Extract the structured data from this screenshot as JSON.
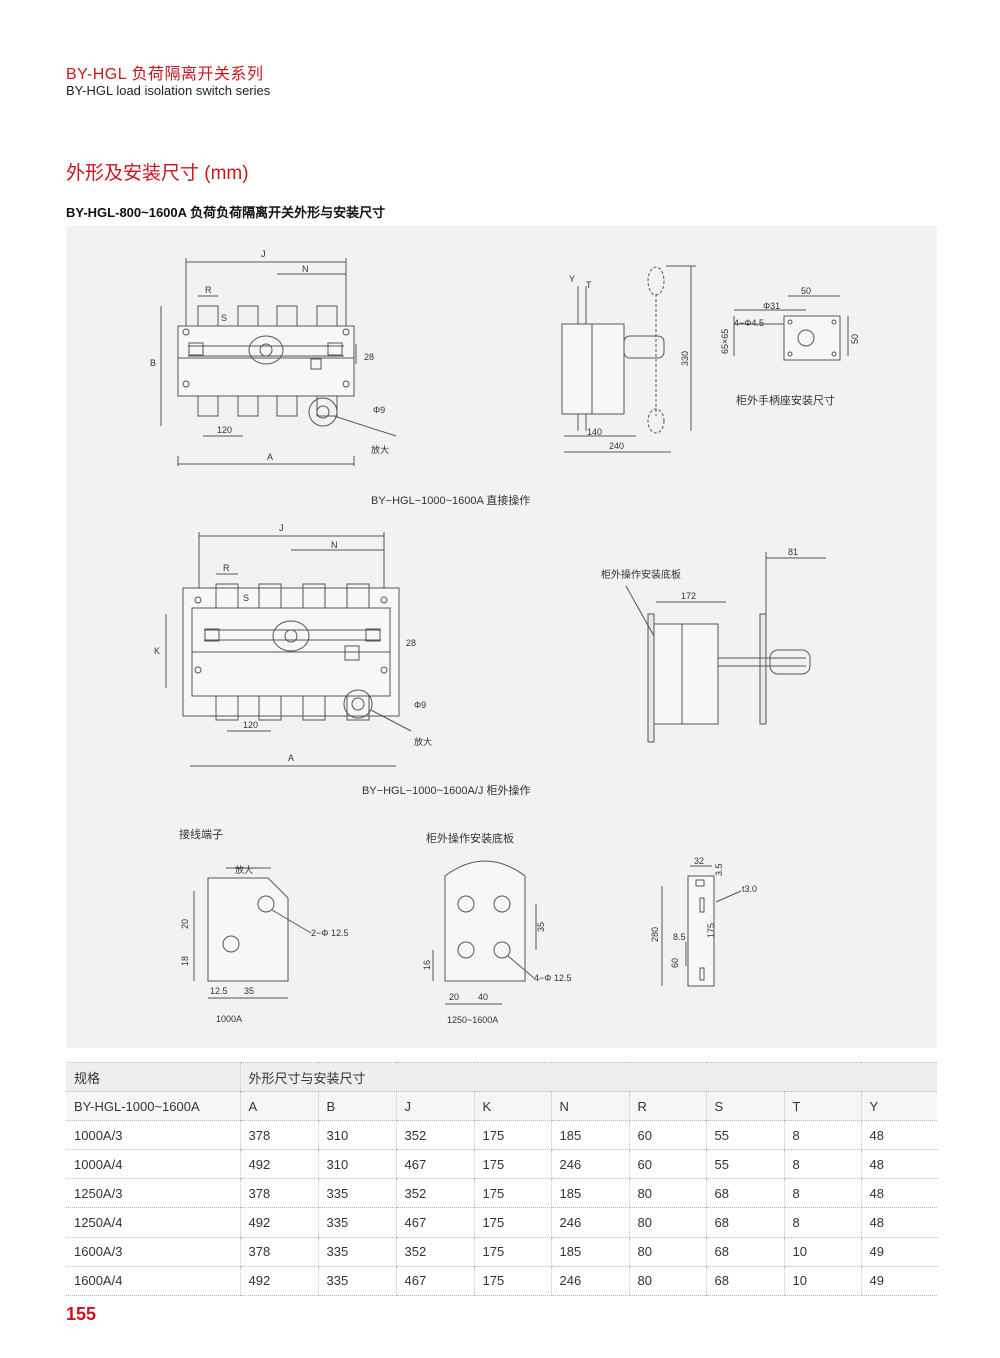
{
  "header": {
    "series_cn": "BY-HGL 负荷隔离开关系列",
    "series_en": "BY-HGL load isolation switch series"
  },
  "section_title": "外形及安装尺寸 (mm)",
  "subtitle": "BY-HGL-800~1600A 负荷负荷隔离开关外形与安装尺寸",
  "drawings": {
    "direct": {
      "caption": "BY−HGL−1000~1600A 直接操作",
      "dims": [
        "J",
        "N",
        "R",
        "S",
        "28",
        "B",
        "Φ9",
        "120",
        "A",
        "放大"
      ]
    },
    "side": {
      "dims": [
        "Y",
        "T",
        "330",
        "140",
        "240"
      ]
    },
    "handle_seat": {
      "caption": "柜外手柄座安装尺寸",
      "dims": [
        "50",
        "Φ31",
        "4−Φ4.5",
        "65×65",
        "50"
      ]
    },
    "external": {
      "caption": "BY−HGL−1000~1600A/J 柜外操作",
      "dims": [
        "J",
        "N",
        "R",
        "S",
        "28",
        "K",
        "Φ9",
        "120",
        "A",
        "放大"
      ]
    },
    "external_side": {
      "label": "柜外操作安装底板",
      "dims": [
        "81",
        "172"
      ]
    },
    "terminal": {
      "title": "接线端子",
      "enlarge": "放大",
      "dims": [
        "20",
        "18",
        "2−Φ 12.5",
        "12.5",
        "35"
      ],
      "caption": "1000A"
    },
    "plate": {
      "title": "柜外操作安装底板",
      "dims": [
        "35",
        "16",
        "4−Φ 12.5",
        "20",
        "40"
      ],
      "caption": "1250~1600A"
    },
    "bracket": {
      "dims": [
        "32",
        "3.5",
        "t3.0",
        "280",
        "8.5",
        "175",
        "60"
      ]
    }
  },
  "table": {
    "label_spec": "规格",
    "label_dims": "外形尺寸与安装尺寸",
    "model": "BY-HGL-1000~1600A",
    "columns": [
      "A",
      "B",
      "J",
      "K",
      "N",
      "R",
      "S",
      "T",
      "Y"
    ],
    "rows": [
      {
        "name": "1000A/3",
        "values": [
          "378",
          "310",
          "352",
          "175",
          "185",
          "60",
          "55",
          "8",
          "48"
        ]
      },
      {
        "name": "1000A/4",
        "values": [
          "492",
          "310",
          "467",
          "175",
          "246",
          "60",
          "55",
          "8",
          "48"
        ]
      },
      {
        "name": "1250A/3",
        "values": [
          "378",
          "335",
          "352",
          "175",
          "185",
          "80",
          "68",
          "8",
          "48"
        ]
      },
      {
        "name": "1250A/4",
        "values": [
          "492",
          "335",
          "467",
          "175",
          "246",
          "80",
          "68",
          "8",
          "48"
        ]
      },
      {
        "name": "1600A/3",
        "values": [
          "378",
          "335",
          "352",
          "175",
          "185",
          "80",
          "68",
          "10",
          "49"
        ]
      },
      {
        "name": "1600A/4",
        "values": [
          "492",
          "335",
          "467",
          "175",
          "246",
          "80",
          "68",
          "10",
          "49"
        ]
      }
    ]
  },
  "page_number": "155"
}
